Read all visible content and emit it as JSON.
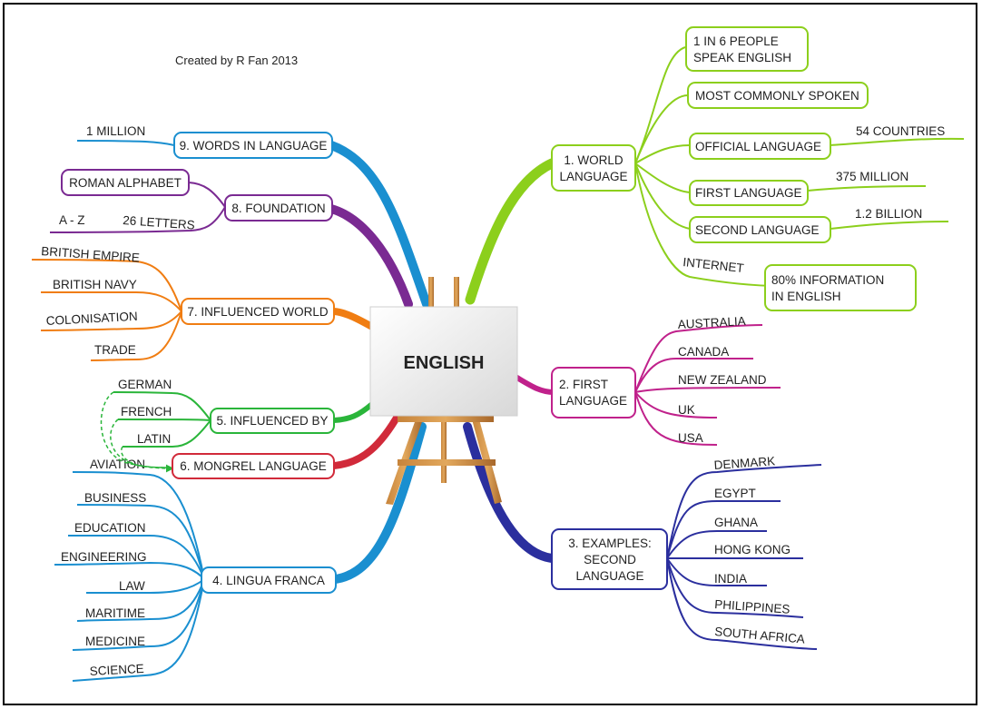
{
  "credit": "Created by R Fan 2013",
  "center": {
    "label": "ENGLISH"
  },
  "colors": {
    "world": "#8ccf1c",
    "first": "#c0218b",
    "second": "#2b2f9e",
    "lingua": "#1a8fd0",
    "mongrel": "#d12a3a",
    "influenced_by": "#2ab53a",
    "influenced_world": "#f07d12",
    "foundation": "#7a2a92",
    "words": "#1a8fd0"
  },
  "branches": {
    "world": {
      "label_lines": [
        "1. WORLD",
        "LANGUAGE"
      ],
      "box1_lines": [
        "1 IN 6 PEOPLE",
        "SPEAK ENGLISH"
      ],
      "most_common": "MOST COMMONLY SPOKEN",
      "official": "OFFICIAL LANGUAGE",
      "official_sub": "54 COUNTRIES",
      "first": "FIRST LANGUAGE",
      "first_sub": "375 MILLION",
      "second": "SECOND LANGUAGE",
      "second_sub": "1.2 BILLION",
      "internet": "INTERNET",
      "internet_box_lines": [
        "80% INFORMATION",
        "IN ENGLISH"
      ]
    },
    "first": {
      "label_lines": [
        "2. FIRST",
        "LANGUAGE"
      ],
      "items": [
        "AUSTRALIA",
        "CANADA",
        "NEW ZEALAND",
        "UK",
        "USA"
      ]
    },
    "second": {
      "label_lines": [
        "3. EXAMPLES:",
        "SECOND",
        "LANGUAGE"
      ],
      "items": [
        "DENMARK",
        "EGYPT",
        "GHANA",
        "HONG KONG",
        "INDIA",
        "PHILIPPINES",
        "SOUTH AFRICA"
      ]
    },
    "lingua": {
      "label": "4. LINGUA FRANCA",
      "items": [
        "AVIATION",
        "BUSINESS",
        "EDUCATION",
        "ENGINEERING",
        "LAW",
        "MARITIME",
        "MEDICINE",
        "SCIENCE"
      ]
    },
    "influenced_by": {
      "label": "5. INFLUENCED BY",
      "items": [
        "GERMAN",
        "FRENCH",
        "LATIN"
      ]
    },
    "mongrel": {
      "label": "6. MONGREL LANGUAGE"
    },
    "influenced_world": {
      "label": "7. INFLUENCED WORLD",
      "items": [
        "BRITISH EMPIRE",
        "BRITISH NAVY",
        "COLONISATION",
        "TRADE"
      ]
    },
    "foundation": {
      "label": "8. FOUNDATION",
      "box": "ROMAN ALPHABET",
      "letters": "26 LETTERS",
      "az": "A - Z"
    },
    "words": {
      "label": "9. WORDS IN LANGUAGE",
      "sub": "1 MILLION"
    }
  }
}
